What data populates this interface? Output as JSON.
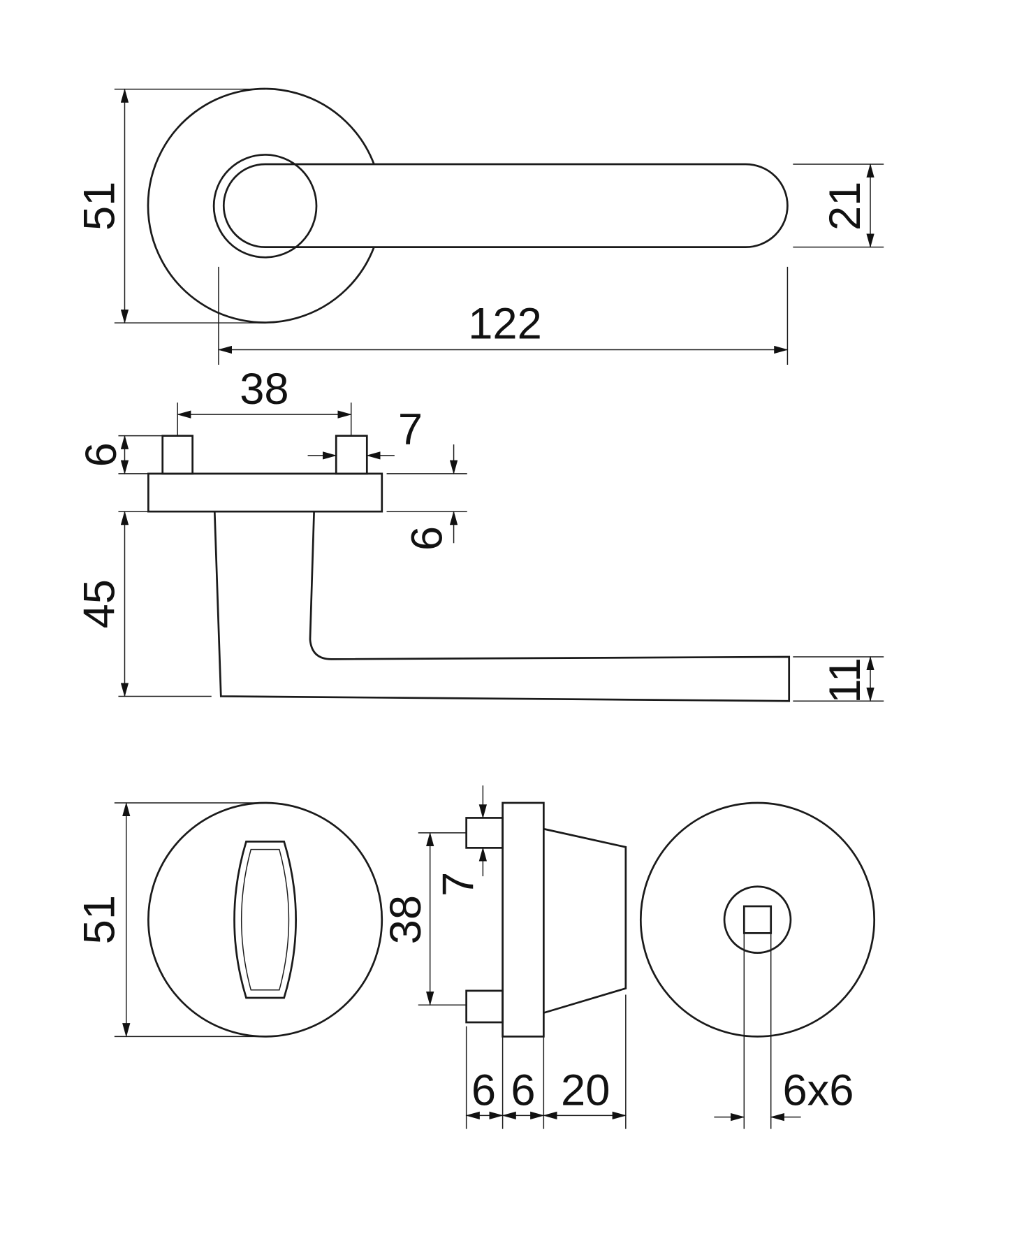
{
  "top_view": {
    "rose_diameter": "51",
    "lever_height": "21",
    "lever_length": "122"
  },
  "side_view": {
    "pin_spacing": "38",
    "pin_width": "7",
    "pin_height": "6",
    "rose_thickness": "6",
    "lever_projection": "45",
    "lever_thickness": "11"
  },
  "wc_front": {
    "rose_diameter": "51"
  },
  "wc_side": {
    "pin_spacing": "38",
    "pin_width": "7",
    "pin_length": "6",
    "rose_thickness": "6",
    "body_depth": "20"
  },
  "wc_back": {
    "spindle_size": "6x6"
  }
}
